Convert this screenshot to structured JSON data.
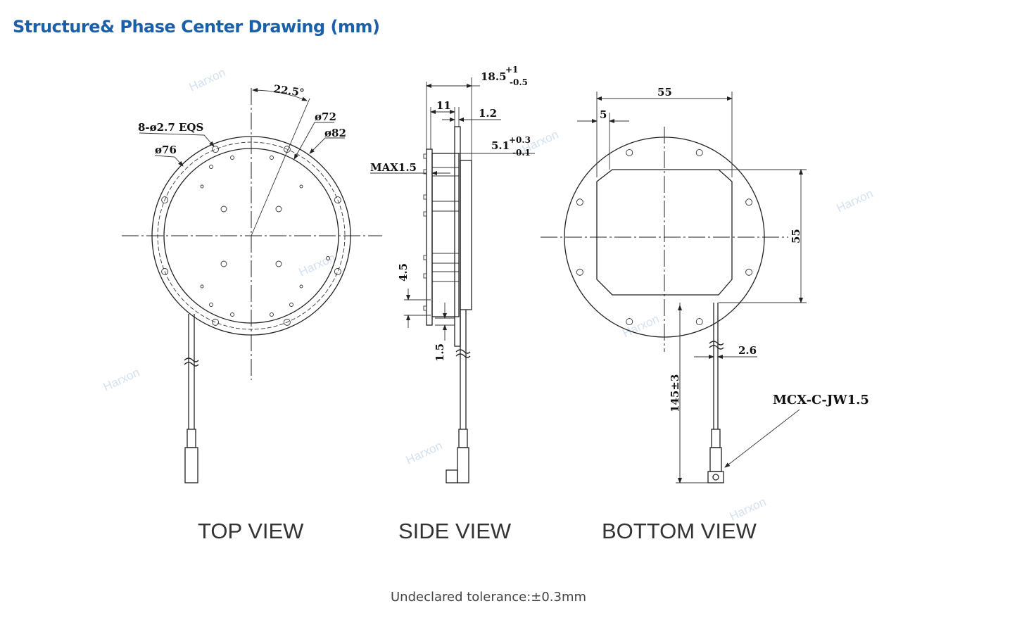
{
  "title": "Structure& Phase Center Drawing (mm)",
  "views": {
    "top": "TOP VIEW",
    "side": "SIDE VIEW",
    "bottom": "BOTTOM VIEW"
  },
  "top_dims": {
    "angle": "22.5°",
    "holes": "8-ø2.7 EQS",
    "d76": "ø76",
    "d72": "ø72",
    "d82": "ø82"
  },
  "side_dims": {
    "thickness": "18.5",
    "thickness_tol_upper": "+1",
    "thickness_tol_lower": "-0.5",
    "d11": "11",
    "d12": "1.2",
    "d51": "5.1",
    "d51_tol_upper": "+0.3",
    "d51_tol_lower": "-0.1",
    "max15": "MAX1.5",
    "d45": "4.5",
    "d15": "1.5"
  },
  "bottom_dims": {
    "width": "55",
    "offset": "5",
    "height": "55",
    "cable_dia": "2.6",
    "cable_len": "145±3",
    "connector": "MCX-C-JW1.5"
  },
  "watermark": "Harxon",
  "footer": "Undeclared tolerance:±0.3mm",
  "colors": {
    "title": "#1a5fa8",
    "watermark": "#b8cde6"
  }
}
